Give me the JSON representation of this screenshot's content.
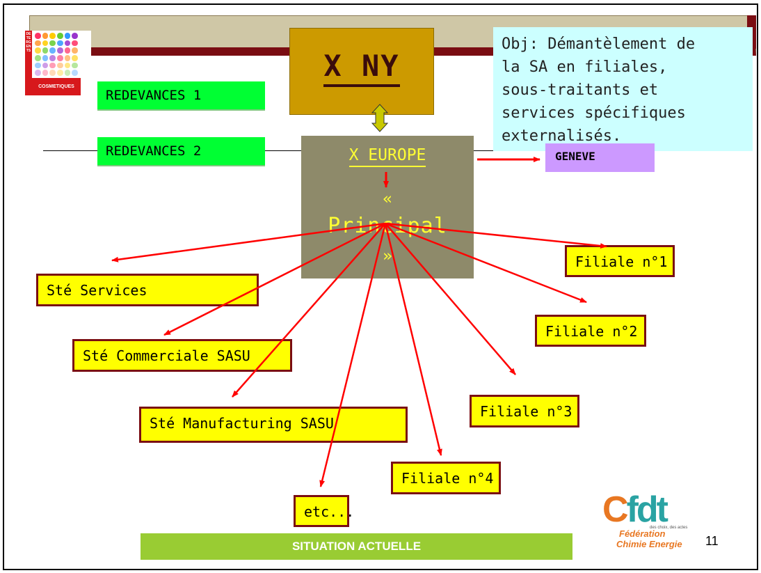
{
  "slide": {
    "xny_label": "X NY",
    "objective_text": "Obj: Démantèlement de\nla SA en filiales,\nsous-traitants et\nservices spécifiques\nexternalisés.",
    "redevances_1": "REDEVANCES 1",
    "redevances_2": "REDEVANCES 2",
    "europe_title": "X EUROPE",
    "europe_quote_open": "«",
    "europe_principal": "Principal",
    "europe_quote_close": "»",
    "geneve": "GENEVE",
    "entities": {
      "ste_services": "Sté Services",
      "ste_commerciale": "Sté Commerciale SASU",
      "ste_manufacturing": "Sté Manufacturing SASU",
      "etc": "etc...",
      "filiale_1": "Filiale n°1",
      "filiale_2": "Filiale n°2",
      "filiale_3": "Filiale n°3",
      "filiale_4": "Filiale n°4"
    },
    "footer_title": "SITUATION ACTUELLE",
    "page_number": "11",
    "left_logo_text": "COSMETIQUES",
    "left_logo_vertical": "DETERGENTS",
    "cfdt_logo": {
      "name": "Cfdt",
      "tagline": "des choix, des actes",
      "line1": "Fédération",
      "line2": "Chimie Energie"
    }
  },
  "colors": {
    "arrow_red": "#ff0000",
    "principal_box": "#8e8a6a",
    "xny_box": "#cc9a00",
    "objective_box": "#ccffff",
    "entity_box": "#ffff00",
    "entity_border": "#7a0d12",
    "footer": "#99cc33",
    "geneve_box": "#cc99ff",
    "redevances_box": "#00ff33"
  }
}
